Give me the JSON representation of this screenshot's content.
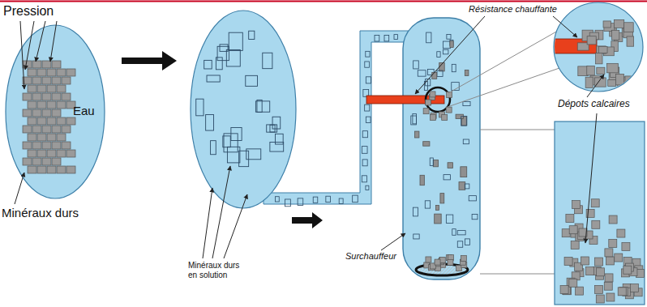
{
  "diagram": {
    "nodes": [
      {
        "text": [
          "Eau"
        ]
      }
    ],
    "labels": [
      "Pression",
      "Minéraux durs",
      "Minéraux durs en solution",
      "Surchauffeur",
      "Résistance chauffante",
      "Dépots calcaires"
    ]
  }
}
